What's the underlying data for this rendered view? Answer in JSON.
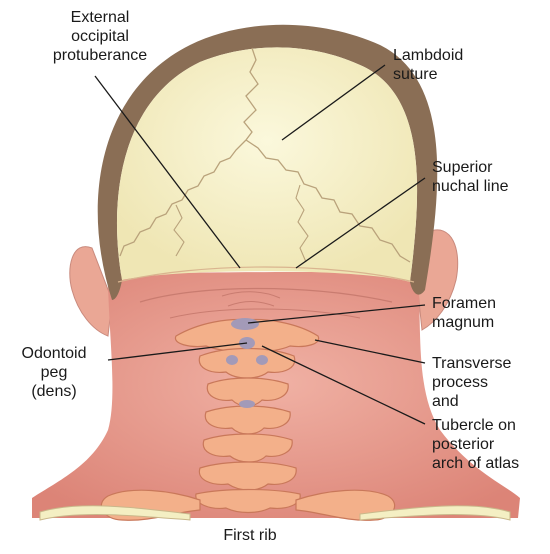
{
  "diagram": {
    "labels": {
      "external_occipital_protuberance": "External\noccipital\nprotuberance",
      "lambdoid_suture": "Lambdoid\nsuture",
      "superior_nuchal_line": "Superior\nnuchal line",
      "foramen_magnum": "Foramen\nmagnum",
      "odontoid_peg": "Odontoid\npeg\n(dens)",
      "transverse_process": "Transverse\nprocess\nand",
      "tubercle_atlas": "Tubercle on\nposterior\narch of atlas",
      "first_rib": "First rib"
    },
    "colors": {
      "skull_bone": "#f4efc3",
      "skull_outline": "#8a6e55",
      "skin": "#e89a8e",
      "skin_dark": "#d8796e",
      "vertebra": "#f3b08a",
      "vertebra_outline": "#c9785a",
      "spinal_canal": "#a39ab8",
      "ear": "#eaa795",
      "leader_line": "#1a1a1a"
    }
  }
}
